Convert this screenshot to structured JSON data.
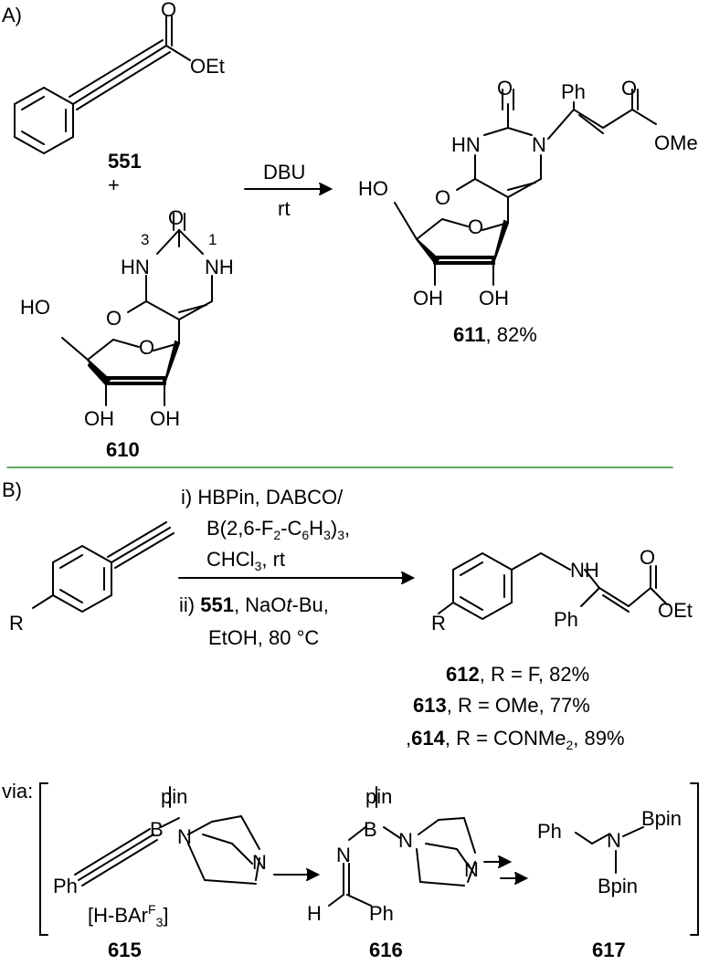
{
  "sections": {
    "a_label": "A)",
    "b_label": "B)",
    "via_label": "via:"
  },
  "atoms": {
    "O": "O",
    "OEt": "OEt",
    "OMe": "OMe",
    "Ph": "Ph",
    "HN": "HN",
    "NH": "NH",
    "N": "N",
    "HO": "HO",
    "OH": "OH",
    "R": "R",
    "H": "H",
    "B": "B",
    "pin": "pin",
    "Bpin": "Bpin",
    "n3": "3",
    "n1": "1",
    "plus": "+"
  },
  "compounds": {
    "c551": "551",
    "c610": "610",
    "c611": "611",
    "c611_yield": ", 82%",
    "c612": "612",
    "c612_text": ", R = F, 82%",
    "c613": "613",
    "c613_text": ", R = OMe, 77%",
    "c614_prefix": ",",
    "c614": "614",
    "c614_text_a": ", R = CONMe",
    "c614_sub": "2",
    "c614_text_b": ", 89%",
    "c615": "615",
    "c616": "616",
    "c617": "617"
  },
  "conditions": {
    "a_reagent": "DBU",
    "a_temp": "rt",
    "b_i": "i) HBPin, DABCO/",
    "b_i2_a": "B(2,6-F",
    "b_i2_sub1": "2",
    "b_i2_b": "-C",
    "b_i2_sub2": "6",
    "b_i2_c": "H",
    "b_i2_sub3": "3",
    "b_i2_d": ")",
    "b_i2_sub4": "3",
    "b_i2_e": ",",
    "b_i3_a": "CHCl",
    "b_i3_sub": "3",
    "b_i3_b": ", rt",
    "b_ii_a": "ii) ",
    "b_ii_bold": "551",
    "b_ii_b": ", NaO",
    "b_ii_italic": "t",
    "b_ii_c": "-Bu,",
    "b_ii2": "EtOH, 80 °C"
  },
  "counter_ion": {
    "open": "[H-BAr",
    "sup": "F",
    "sub": "3",
    "close": "]"
  },
  "colors": {
    "divider": "#2e8b2e",
    "ink": "#000000"
  }
}
